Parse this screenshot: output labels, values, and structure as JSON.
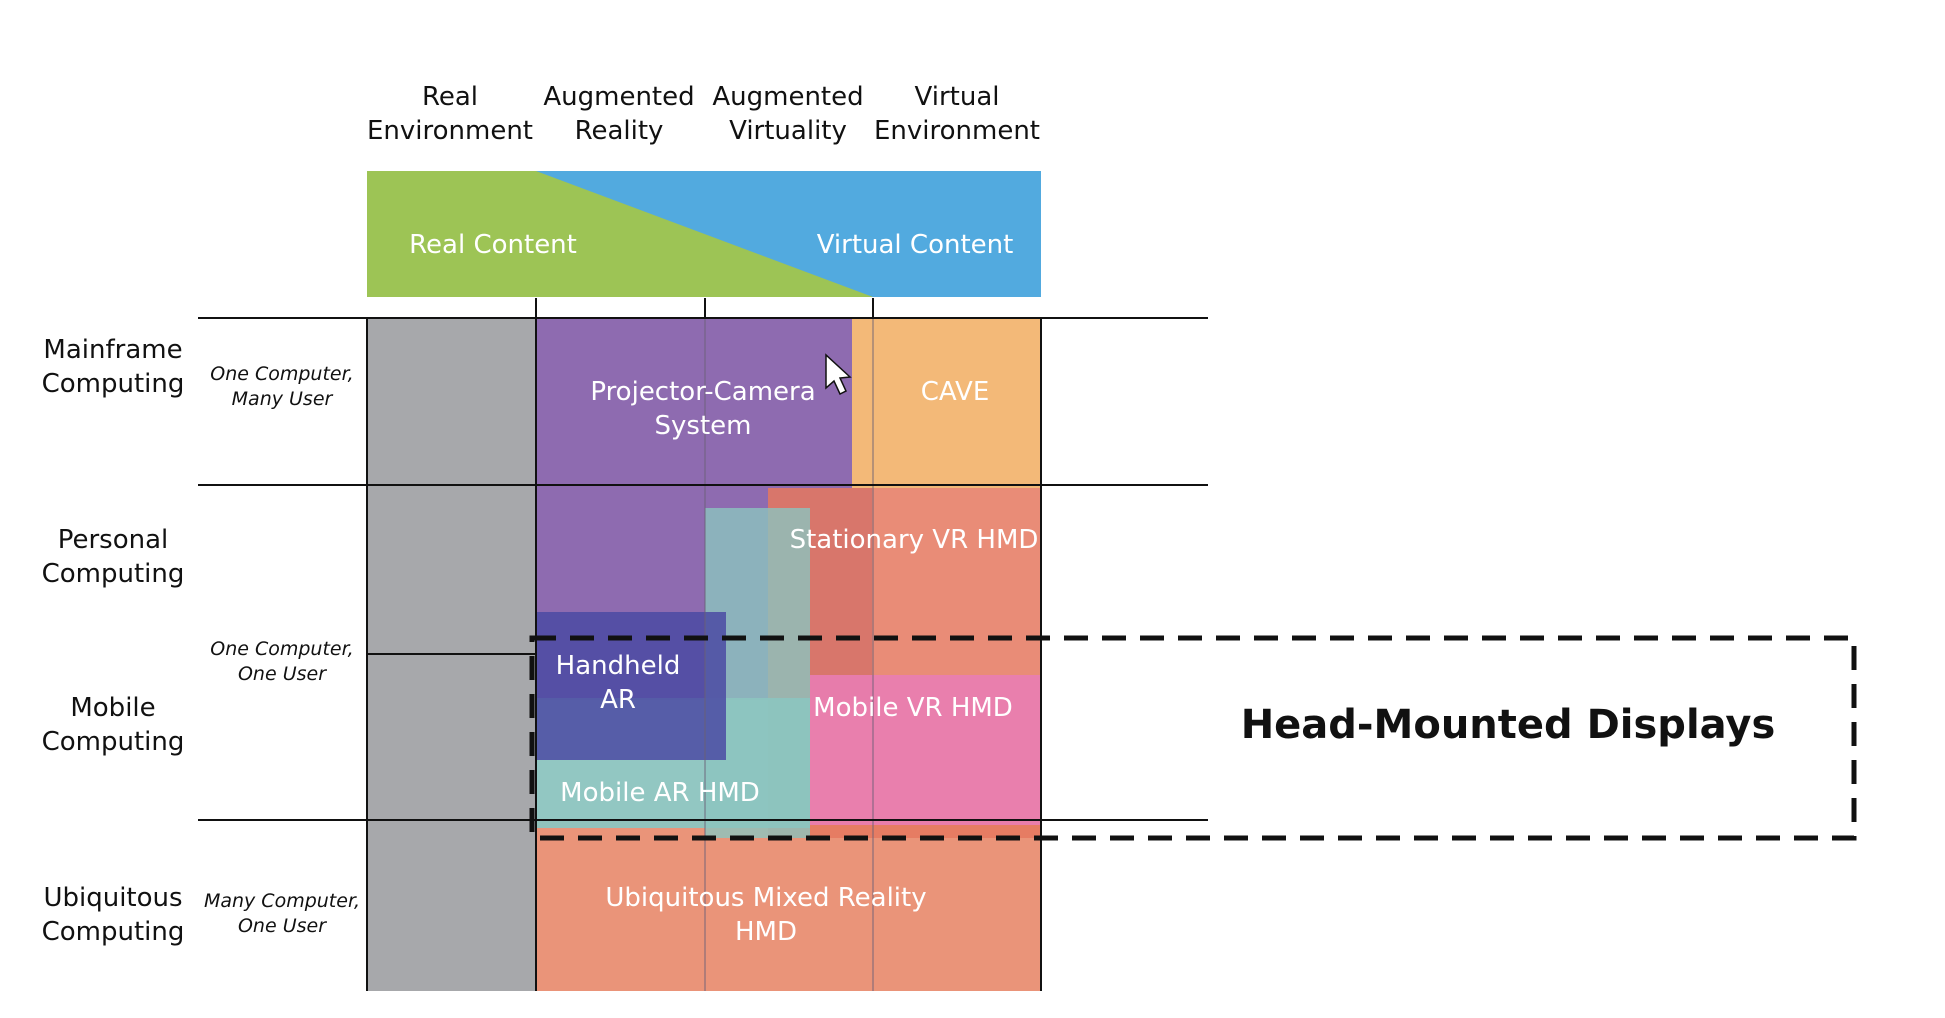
{
  "columns": [
    {
      "line1": "Real",
      "line2": "Environment"
    },
    {
      "line1": "Augmented",
      "line2": "Reality"
    },
    {
      "line1": "Augmented",
      "line2": "Virtuality"
    },
    {
      "line1": "Virtual",
      "line2": "Environment"
    }
  ],
  "spectrum": {
    "real_label": "Real Content",
    "virtual_label": "Virtual Content",
    "real_color": "#9dc455",
    "virtual_color": "#52aadf"
  },
  "rows": [
    {
      "line1": "Mainframe",
      "line2": "Computing"
    },
    {
      "line1": "Personal",
      "line2": "Computing"
    },
    {
      "line1": "Mobile",
      "line2": "Computing"
    },
    {
      "line1": "Ubiquitous",
      "line2": "Computing"
    }
  ],
  "usage": [
    {
      "line1": "One Computer,",
      "line2": "Many User"
    },
    {
      "line1": "One Computer,",
      "line2": "One User"
    },
    {
      "line1": "Many Computer,",
      "line2": "One User"
    }
  ],
  "regions": {
    "projector_camera": {
      "line1": "Projector-Camera",
      "line2": "System",
      "color": "#8e6bb0"
    },
    "cave": {
      "label": "CAVE",
      "color": "#f3b978"
    },
    "stationary_vr": {
      "label": "Stationary VR HMD",
      "color": "#e5785f"
    },
    "handheld_ar": {
      "line1": "Handheld",
      "line2": "AR",
      "color": "#4b4aa3"
    },
    "mobile_vr": {
      "label": "Mobile VR HMD",
      "color": "#e97db3"
    },
    "mobile_ar": {
      "label": "Mobile AR HMD",
      "color": "#8cc4bf"
    },
    "ubiquitous_mr": {
      "line1": "Ubiquitous Mixed Reality",
      "line2": "HMD",
      "color": "#ea9479"
    },
    "real_env_color": "#a7a8ab"
  },
  "hmd_box": {
    "label": "Head-Mounted Displays"
  }
}
